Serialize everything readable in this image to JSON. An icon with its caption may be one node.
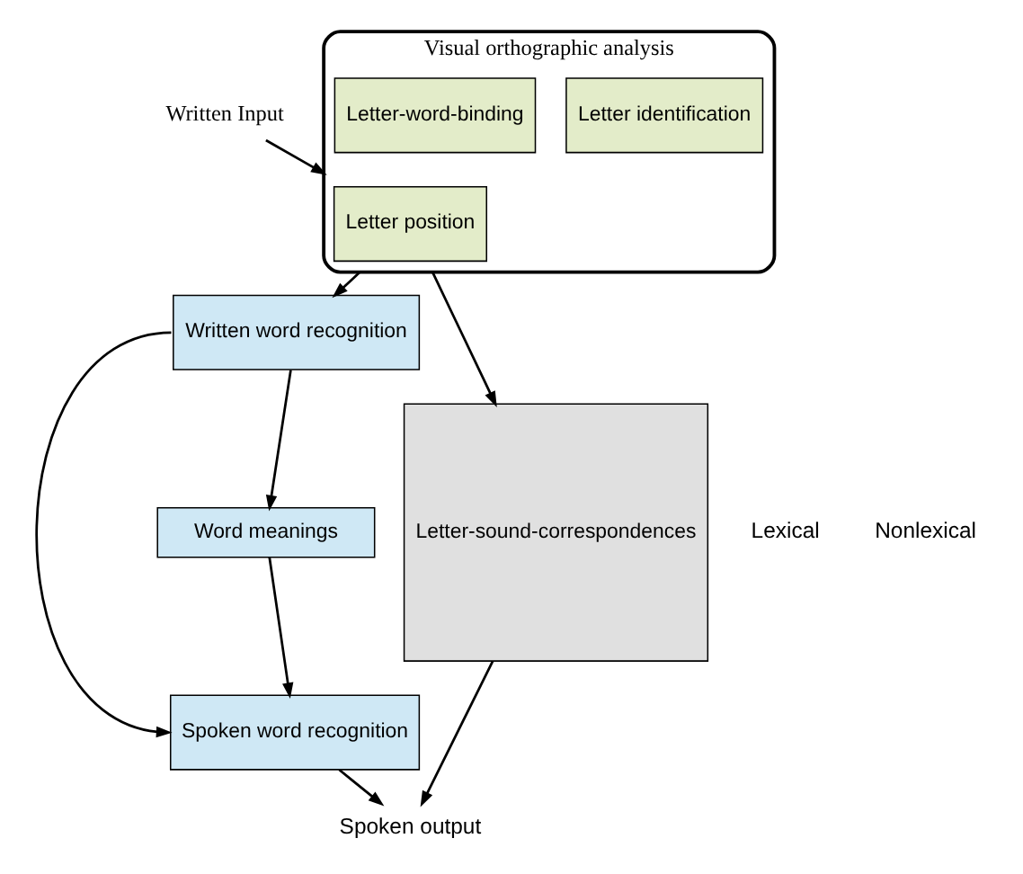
{
  "diagram": {
    "nodes": [
      {
        "text": [
          "Written Input"
        ]
      },
      {
        "text": [
          "Visual orthographic analysis"
        ]
      },
      {
        "text": [
          "Letter identification"
        ],
        "in": 1
      },
      {
        "text": [
          "Letter position"
        ],
        "in": 1
      },
      {
        "text": [
          "Letter-word-binding"
        ],
        "in": 1
      },
      {
        "text": [
          "Written word recognition"
        ]
      },
      {
        "text": [
          "Word meanings"
        ]
      },
      {
        "text": [
          "Spoken word recognition"
        ]
      },
      {
        "text": [
          "Letter-sound-correspondences"
        ]
      },
      {
        "text": [
          "Spoken output"
        ]
      }
    ],
    "edges": [
      {
        "from": 0,
        "to": 1,
        "arrow": "to"
      },
      {
        "from": 1,
        "to": 5,
        "arrow": "to"
      },
      {
        "from": 1,
        "to": 8,
        "arrow": "to"
      },
      {
        "from": 5,
        "to": 6,
        "arrow": "to"
      },
      {
        "from": 6,
        "to": 7,
        "arrow": "to"
      },
      {
        "from": 5,
        "to": 7,
        "arrow": "to"
      },
      {
        "from": 7,
        "to": 9,
        "arrow": "to"
      },
      {
        "from": 8,
        "to": 9,
        "arrow": "to"
      }
    ],
    "labels": [
      "Lexical",
      "Nonlexical"
    ]
  }
}
